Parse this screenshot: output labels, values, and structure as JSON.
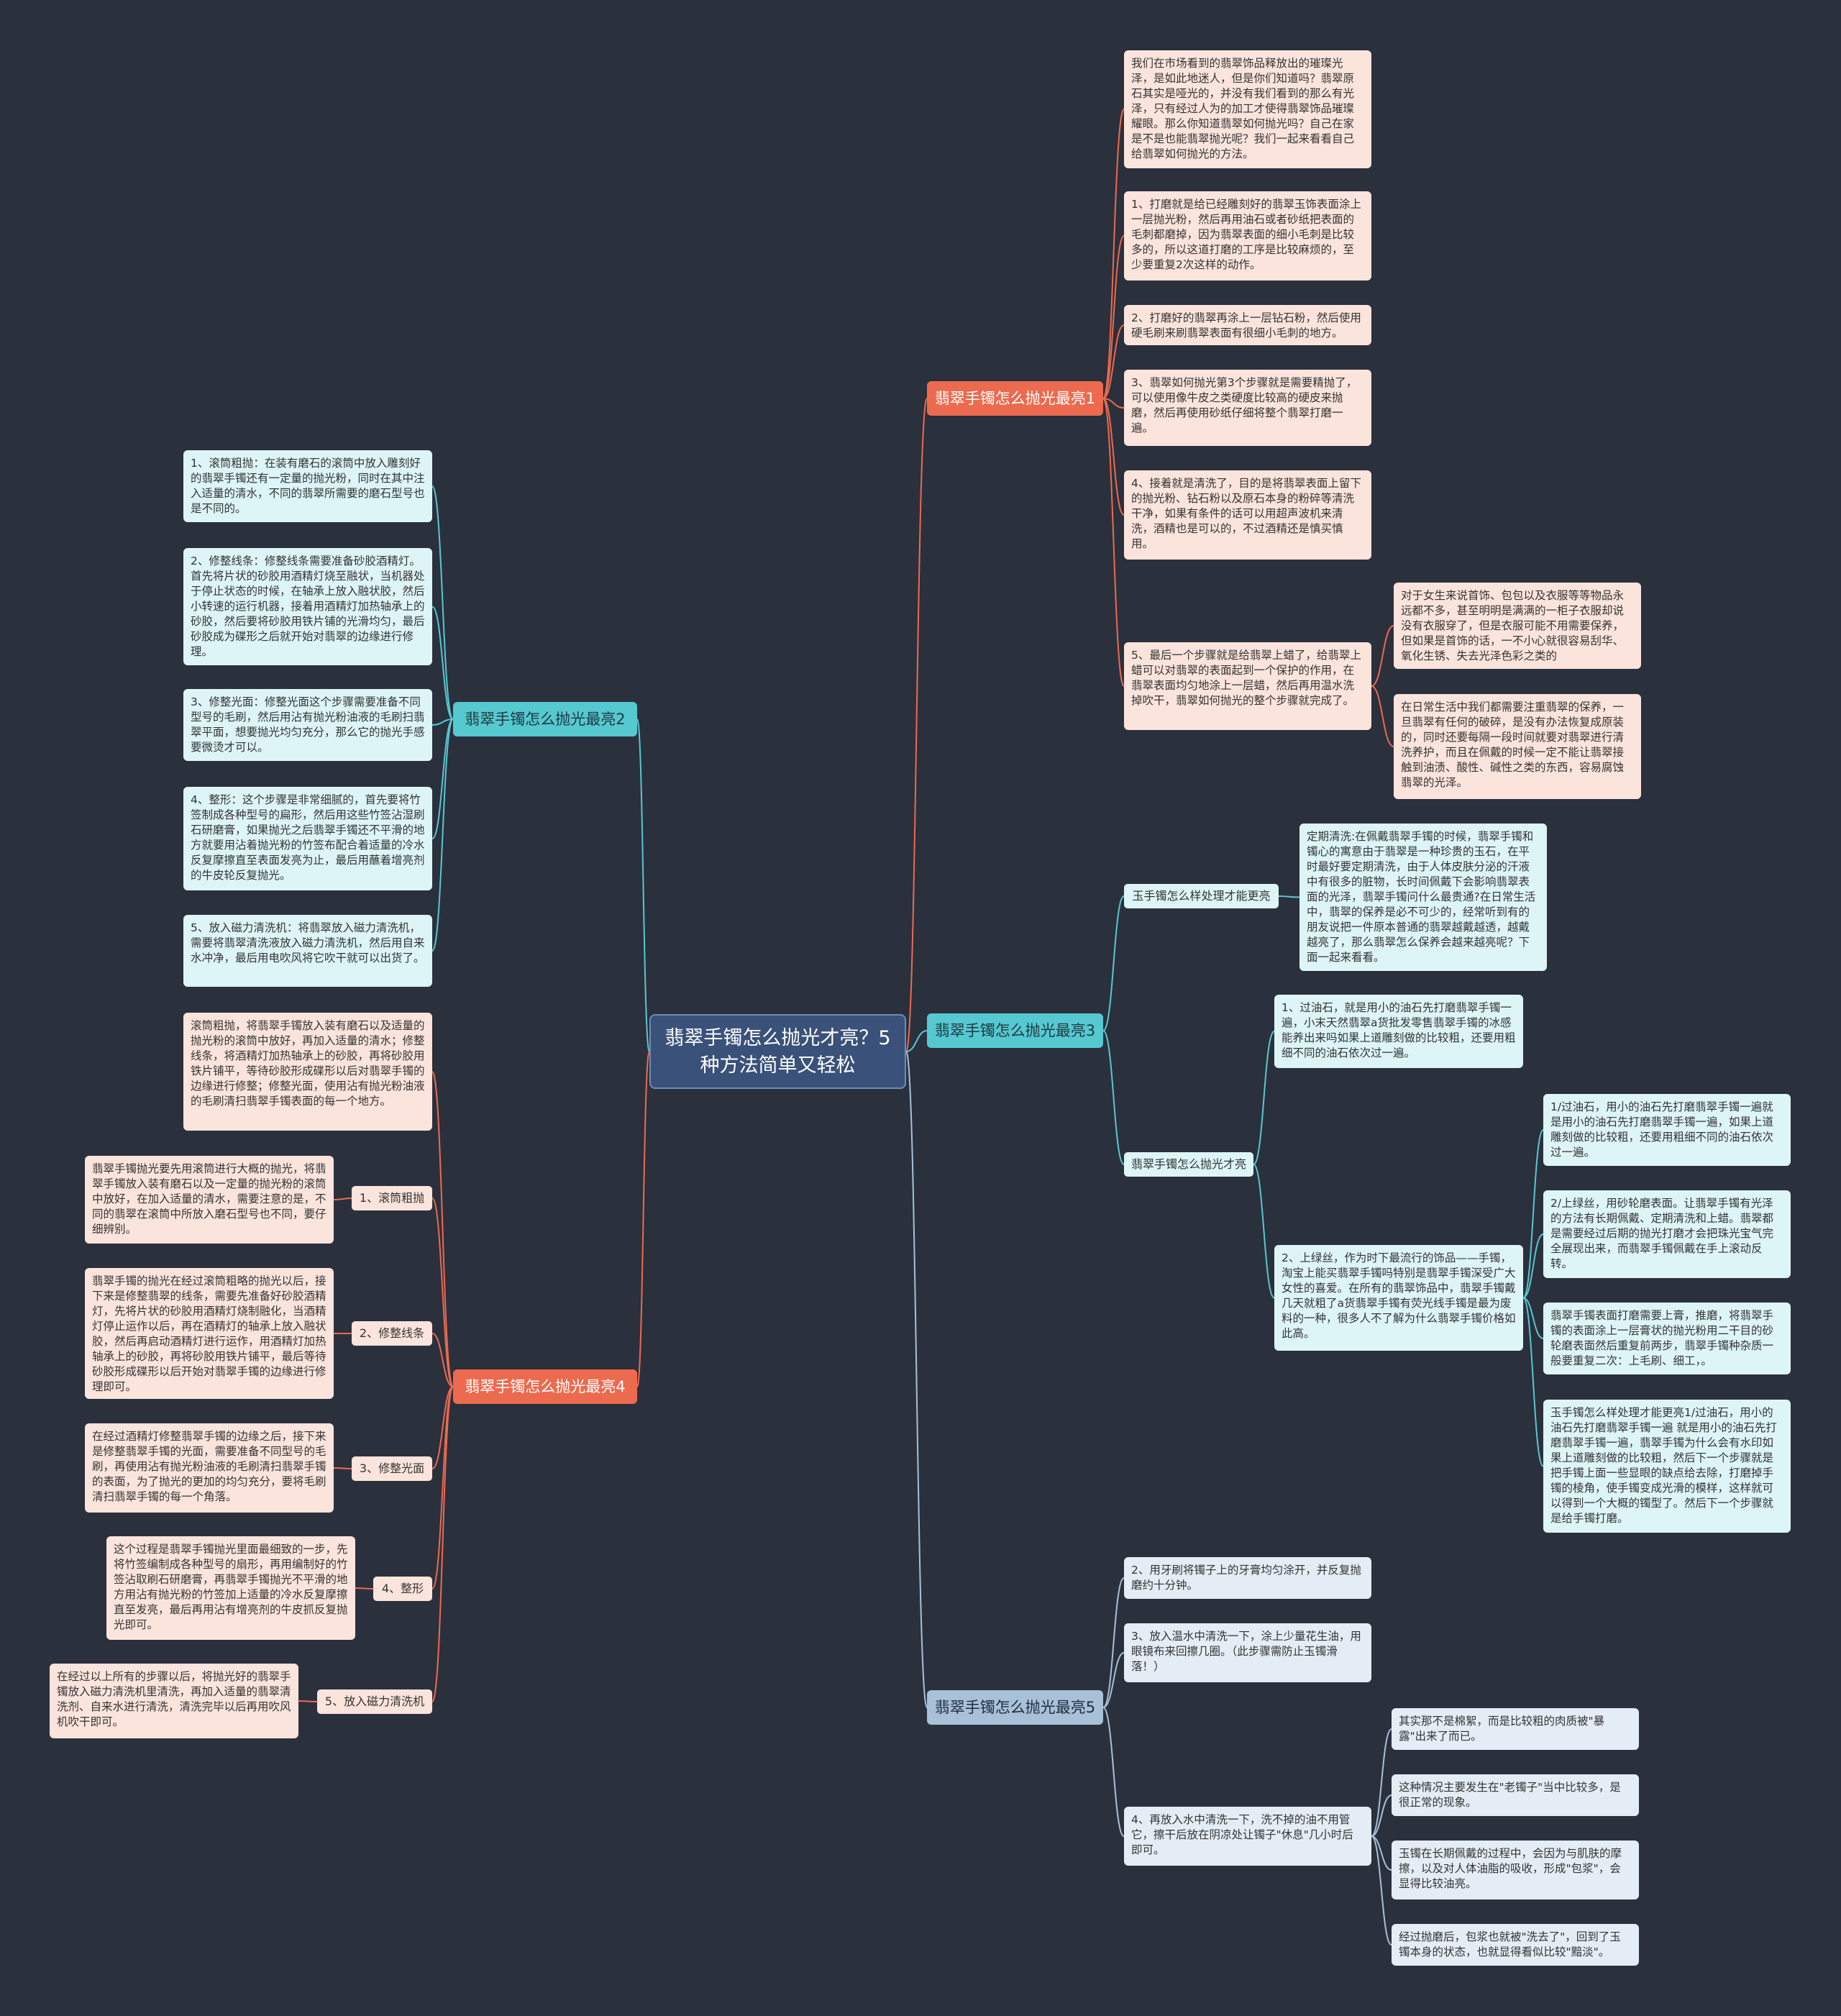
{
  "root": "翡翠手镯怎么抛光才亮？5种方法简单又轻松",
  "branches": {
    "b1": "翡翠手镯怎么抛光最亮1",
    "b2": "翡翠手镯怎么抛光最亮2",
    "b3": "翡翠手镯怎么抛光最亮3",
    "b4": "翡翠手镯怎么抛光最亮4",
    "b5": "翡翠手镯怎么抛光最亮5"
  },
  "b1_nodes": [
    "我们在市场看到的翡翠饰品释放出的璀璨光泽，是如此地迷人，但是你们知道吗？翡翠原石其实是哑光的，并没有我们看到的那么有光泽，只有经过人为的加工才使得翡翠饰品璀璨耀眼。那么你知道翡翠如何抛光吗？自己在家是不是也能翡翠抛光呢？我们一起来看看自己给翡翠如何抛光的方法。",
    "1、打磨就是给已经雕刻好的翡翠玉饰表面涂上一层抛光粉，然后再用油石或者砂纸把表面的毛刺都磨掉，因为翡翠表面的细小毛刺是比较多的，所以这道打磨的工序是比较麻烦的，至少要重复2次这样的动作。",
    "2、打磨好的翡翠再涂上一层钻石粉，然后使用硬毛刷来刷翡翠表面有很细小毛刺的地方。",
    "3、翡翠如何抛光第3个步骤就是需要精抛了，可以使用像牛皮之类硬度比较高的硬皮来抛磨，然后再使用砂纸仔细将整个翡翠打磨一遍。",
    "4、接着就是清洗了，目的是将翡翠表面上留下的抛光粉、钻石粉以及原石本身的粉碎等清洗干净，如果有条件的话可以用超声波机来清洗，酒精也是可以的，不过酒精还是慎买慎用。",
    "5、最后一个步骤就是给翡翠上蜡了，给翡翠上蜡可以对翡翠的表面起到一个保护的作用，在翡翠表面均匀地涂上一层蜡，然后再用温水洗掉吹干，翡翠如何抛光的整个步骤就完成了。",
    "对于女生来说首饰、包包以及衣服等等物品永远都不多，甚至明明是满满的一柜子衣服却说没有衣服穿了，但是衣服可能不用需要保养，但如果是首饰的话，一不小心就很容易刮华、氧化生锈、失去光泽色彩之类的",
    "在日常生活中我们都需要注重翡翠的保养，一旦翡翠有任何的破碎，是没有办法恢复成原装的，同时还要每隔一段时间就要对翡翠进行清洗养护，而且在佩戴的时候一定不能让翡翠接触到油渍、酸性、碱性之类的东西，容易腐蚀翡翠的光泽。"
  ],
  "b2_nodes": [
    "1、滚筒粗抛：在装有磨石的滚筒中放入雕刻好的翡翠手镯还有一定量的抛光粉，同时在其中注入适量的清水，不同的翡翠所需要的磨石型号也是不同的。",
    "2、修整线条：修整线条需要准备砂胶酒精灯。首先将片状的砂胶用酒精灯烧至融状，当机器处于停止状态的时候，在轴承上放入融状胶，然后小转速的运行机器，接着用酒精灯加热轴承上的砂胶，然后要将砂胶用铁片铺的光滑均匀，最后砂胶成为碟形之后就开始对翡翠的边缘进行修理。",
    "3、修整光面：修整光面这个步骤需要准备不同型号的毛刷，然后用沾有抛光粉油液的毛刷扫翡翠平面，想要抛光均匀充分，那么它的抛光手感要微烫才可以。",
    "4、整形：这个步骤是非常细腻的，首先要将竹签制成各种型号的扁形，然后用这些竹签沾湿刷石研磨膏，如果抛光之后翡翠手镯还不平滑的地方就要用沾着抛光粉的竹签布配合着适量的冷水反复摩擦直至表面发亮为止，最后用蘸着增亮剂的牛皮轮反复抛光。",
    "5、放入磁力清洗机：将翡翠放入磁力清洗机，需要将翡翠清洗液放入磁力清洗机，然后用自来水冲净，最后用电吹风将它吹干就可以出货了。"
  ],
  "b3_subs": {
    "s1": "玉手镯怎么样处理才能更亮",
    "s2": "翡翠手镯怎么抛光才亮",
    "s2a": "1、过油石，就是用小的油石先打磨翡翠手镯一遍，小末天然翡翠a货批发零售翡翠手镯的冰感能养出来吗如果上道雕刻做的比较粗，还要用粗细不同的油石依次过一遍。",
    "s2b": "2、上绿丝，作为时下最流行的饰品——手镯，淘宝上能买翡翠手镯吗特别是翡翠手镯深受广大女性的喜爱。在所有的翡翠饰品中，翡翠手镯戴几天就粗了a货翡翠手镯有荧光线手镯是最为废料的一种，很多人不了解为什么翡翠手镯价格如此高。"
  },
  "b3_nodes": [
    "定期清洗:在佩戴翡翠手镯的时候，翡翠手镯和镯心的寓意由于翡翠是一种珍贵的玉石，在平时最好要定期清洗，由于人体皮肤分泌的汗液中有很多的脏物，长时间佩戴下会影响翡翠表面的光泽，翡翠手镯问什么最贵通?在日常生活中，翡翠的保养是必不可少的，经常听到有的朋友说把一件原本普通的翡翠越戴越透，越戴越亮了，那么翡翠怎么保养会越来越亮呢？下面一起来看看。",
    "1/过油石，用小的油石先打磨翡翠手镯一遍就是用小的油石先打磨翡翠手镯一遍，如果上道雕刻做的比较粗，还要用粗细不同的油石依次过一遍。",
    "2/上绿丝，用砂轮磨表面。让翡翠手镯有光泽的方法有长期佩戴、定期清洗和上蜡。翡翠都是需要经过后期的抛光打磨才会把珠光宝气完全展现出来，而翡翠手镯佩戴在手上滚动反转。",
    "翡翠手镯表面打磨需要上膏，推磨，将翡翠手镯的表面涂上一层膏状的抛光粉用二干目的砂轮磨表面然后重复前两步，翡翠手镯种杂质一般要重复二次：上毛刷、细工，。",
    "玉手镯怎么样处理才能更亮1/过油石，用小的油石先打磨翡翠手镯一遍 就是用小的油石先打磨翡翠手镯一遍，翡翠手镯为什么会有水印如果上道雕刻做的比较粗，然后下一个步骤就是把手镯上面一些显眼的缺点给去除，打磨掉手镯的棱角，使手镯变成光滑的模样，这样就可以得到一个大概的镯型了。然后下一个步骤就是给手镯打磨。"
  ],
  "b4_subs": [
    "1、滚筒粗抛",
    "2、修整线条",
    "3、修整光面",
    "4、整形",
    "5、放入磁力清洗机"
  ],
  "b4_nodes": [
    "滚筒粗抛，将翡翠手镯放入装有磨石以及适量的抛光粉的滚筒中放好，再加入适量的清水；修整线条，将酒精灯加热轴承上的砂胶，再将砂胶用铁片铺平，等待砂胶形成碟形以后对翡翠手镯的边缘进行修整；修整光面，使用沾有抛光粉油液的毛刷清扫翡翠手镯表面的每一个地方。",
    "翡翠手镯抛光要先用滚筒进行大概的抛光，将翡翠手镯放入装有磨石以及一定量的抛光粉的滚筒中放好，在加入适量的清水，需要注意的是，不同的翡翠在滚筒中所放入磨石型号也不同，要仔细辨别。",
    "翡翠手镯的抛光在经过滚筒粗略的抛光以后，接下来是修整翡翠的线条，需要先准备好砂胶酒精灯，先将片状的砂胶用酒精灯烧制融化，当酒精灯停止运作以后，再在酒精灯的轴承上放入融状胶，然后再启动酒精灯进行运作，用酒精灯加热轴承上的砂胶，再将砂胶用铁片铺平，最后等待砂胶形成碟形以后开始对翡翠手镯的边缘进行修理即可。",
    "在经过酒精灯修整翡翠手镯的边缘之后，接下来是修整翡翠手镯的光面，需要准备不同型号的毛刷，再使用沾有抛光粉油液的毛刷清扫翡翠手镯的表面，为了抛光的更加的均匀充分，要将毛刷清扫翡翠手镯的每一个角落。",
    "这个过程是翡翠手镯抛光里面最细致的一步，先将竹签编制成各种型号的扇形，再用编制好的竹签沾取刷石研磨膏，再翡翠手镯抛光不平滑的地方用沾有抛光粉的竹签加上适量的冷水反复摩擦直至发亮，最后再用沾有增亮剂的牛皮抓反复抛光即可。",
    "在经过以上所有的步骤以后，将抛光好的翡翠手镯放入磁力清洗机里清洗，再加入适量的翡翠清洗剂、自来水进行清洗，清洗完毕以后再用吹风机吹干即可。"
  ],
  "b5_nodes": [
    "2、用牙刷将镯子上的牙膏均匀涂开，并反复抛磨约十分钟。",
    "3、放入温水中清洗一下，涂上少量花生油，用眼镜布来回擦几圈。（此步骤需防止玉镯滑落！）",
    "4、再放入水中清洗一下，洗不掉的油不用管它，擦干后放在阴凉处让镯子\"休息\"几小时后即可。",
    "其实那不是棉絮，而是比较粗的肉质被\"暴露\"出来了而已。",
    "这种情况主要发生在\"老镯子\"当中比较多，是很正常的现象。",
    "玉镯在长期佩戴的过程中，会因为与肌肤的摩擦，以及对人体油脂的吸收，形成\"包浆\"，会显得比较油亮。",
    "经过抛磨后，包浆也就被\"洗去了\"，回到了玉镯本身的状态，也就显得看似比较\"黯淡\"。"
  ],
  "colors": {
    "background": "#2b303d",
    "red": "#ec6a4e",
    "cyan": "#56c8d0",
    "blue": "#a8c0d8",
    "root": "#3a5179"
  }
}
